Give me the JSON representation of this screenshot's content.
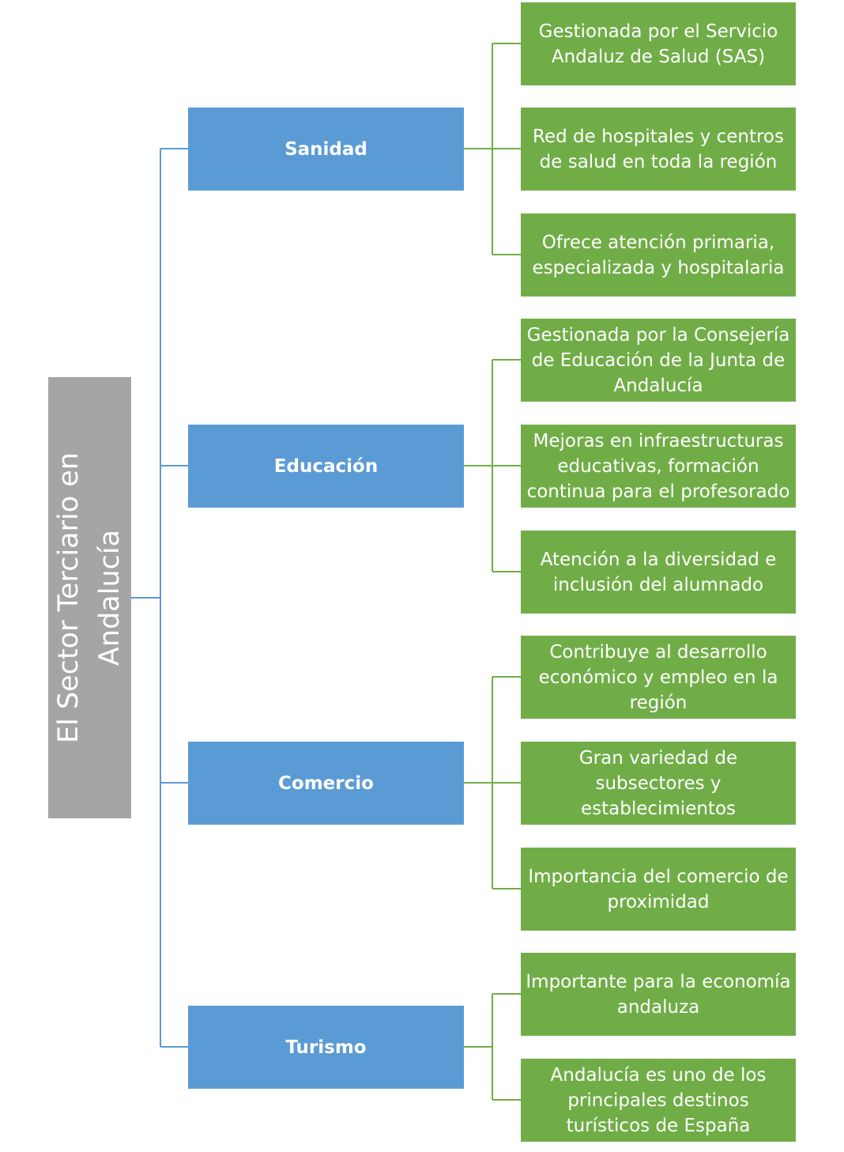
{
  "root": {
    "label": "El Sector Terciario en Andalucía"
  },
  "categories": [
    {
      "label": "Sanidad",
      "items": [
        "Gestionada por el Servicio Andaluz de Salud (SAS)",
        "Red de hospitales y centros de salud en toda la región",
        "Ofrece atención primaria, especializada y hospitalaria"
      ]
    },
    {
      "label": "Educación",
      "items": [
        "Gestionada por la Consejería de Educación de la Junta de Andalucía",
        "Mejoras en infraestructuras educativas, formación continua para el profesorado",
        "Atención a la diversidad e inclusión del alumnado"
      ]
    },
    {
      "label": "Comercio",
      "items": [
        "Contribuye al desarrollo económico y empleo en la región",
        "Gran variedad de subsectores y establecimientos",
        "Importancia del comercio de proximidad"
      ]
    },
    {
      "label": "Turismo",
      "items": [
        "Importante para la economía andaluza",
        "Andalucía es uno de los principales destinos turísticos de España"
      ]
    }
  ],
  "colors": {
    "root": "#a5a5a5",
    "category": "#5b9bd5",
    "leaf": "#70ad47"
  }
}
